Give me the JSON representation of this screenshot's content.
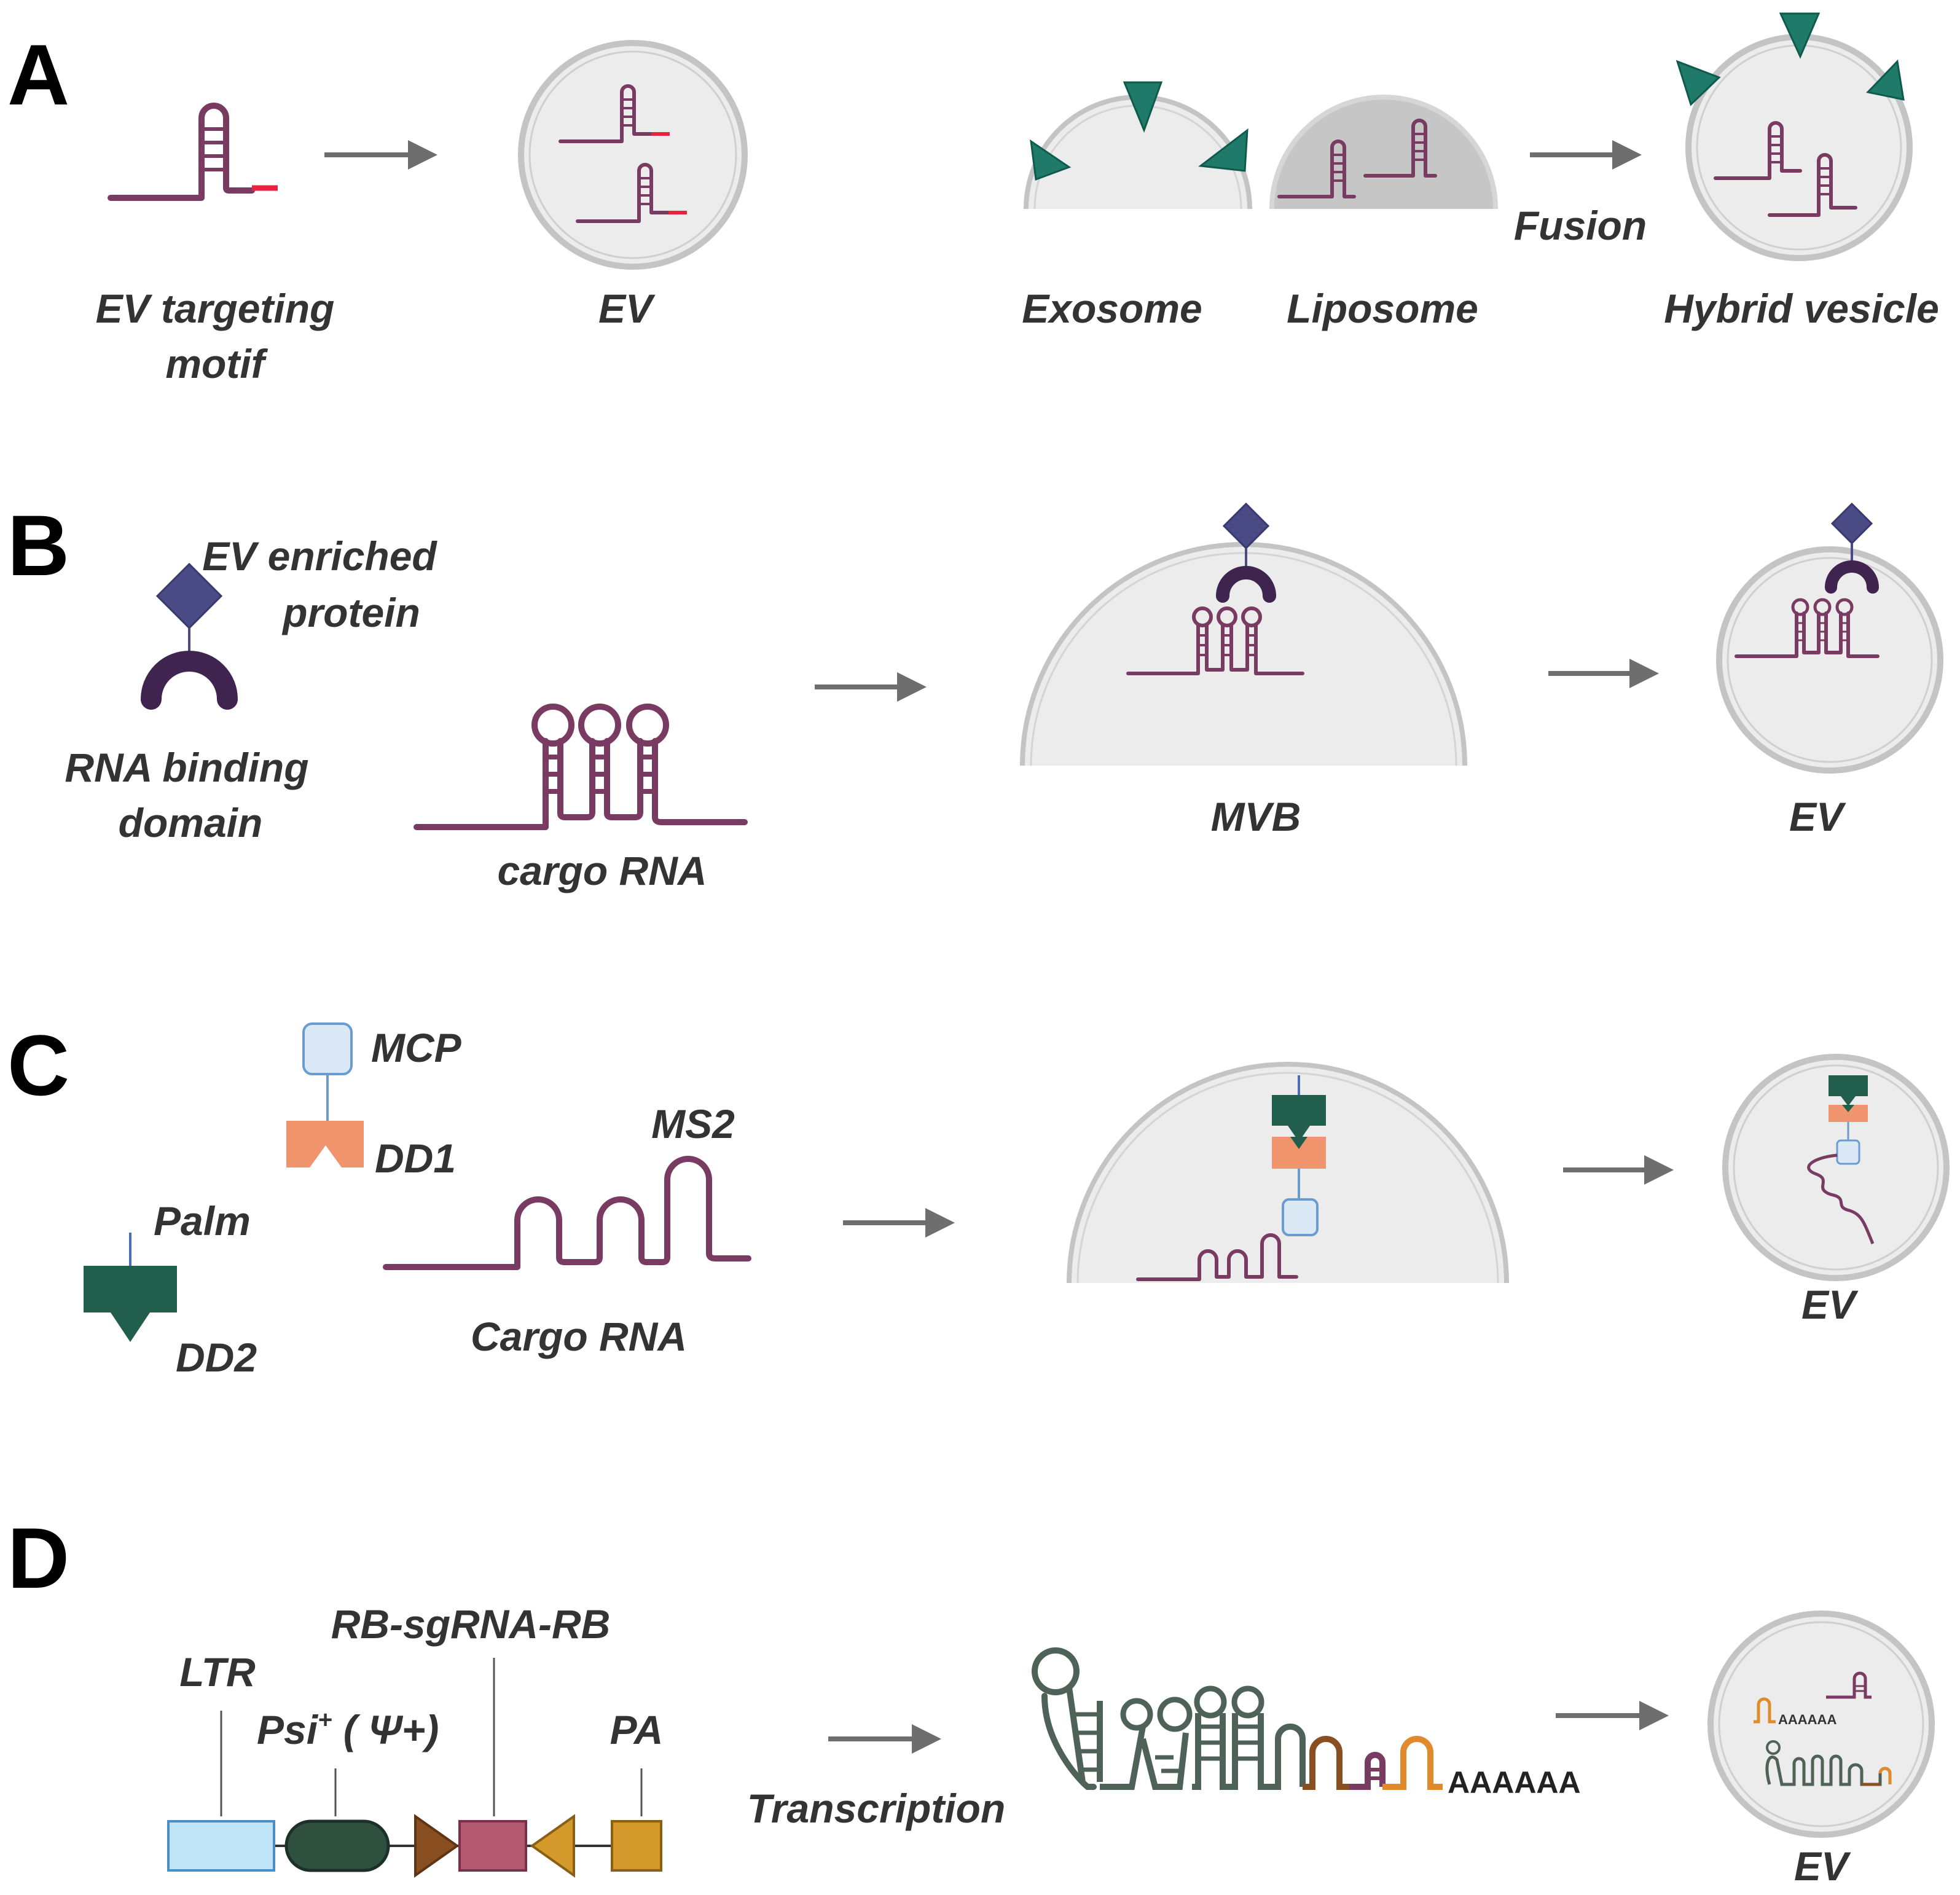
{
  "panels": {
    "A": {
      "letter": "A",
      "motif_label_line1": "EV targeting",
      "motif_label_line2": "motif",
      "ev_label": "EV",
      "exosome_label": "Exosome",
      "liposome_label": "Liposome",
      "fusion_label": "Fusion",
      "hybrid_label": "Hybrid  vesicle"
    },
    "B": {
      "letter": "B",
      "protein_label_line1": "EV enriched",
      "protein_label_line2": "protein",
      "rbd_label_line1": "RNA binding",
      "rbd_label_line2": "domain",
      "cargo_label": "cargo RNA",
      "mvb_label": "MVB",
      "ev_label": "EV"
    },
    "C": {
      "letter": "C",
      "mcp_label": "MCP",
      "dd1_label": "DD1",
      "palm_label": "Palm",
      "dd2_label": "DD2",
      "ms2_label": "MS2",
      "cargo_label": "Cargo RNA",
      "ev_label": "EV"
    },
    "D": {
      "letter": "D",
      "ltr_label": "LTR",
      "psi_label": "Psi",
      "psi_sup": "+",
      "psi_paren": " ( Ψ+)",
      "rb_label": "RB-sgRNA-RB",
      "pa_label": "PA",
      "transcription_label": "Transcription",
      "polyA_label": "AAAAAA",
      "polyA_small_label": "AAAAAA",
      "ev_label": "EV"
    }
  },
  "colors": {
    "rna": "#7a3b62",
    "teal": "#1f7a6a",
    "dark_green": "#215e4c",
    "salmon": "#f0946e",
    "light_blue": "#dbe9f7",
    "navy": "#4a4a85",
    "dark_purple": "#3f2450",
    "orange": "#e08a2c",
    "brown": "#8a4f21",
    "gold": "#d39a2b",
    "arrow": "#6e6e6e"
  }
}
